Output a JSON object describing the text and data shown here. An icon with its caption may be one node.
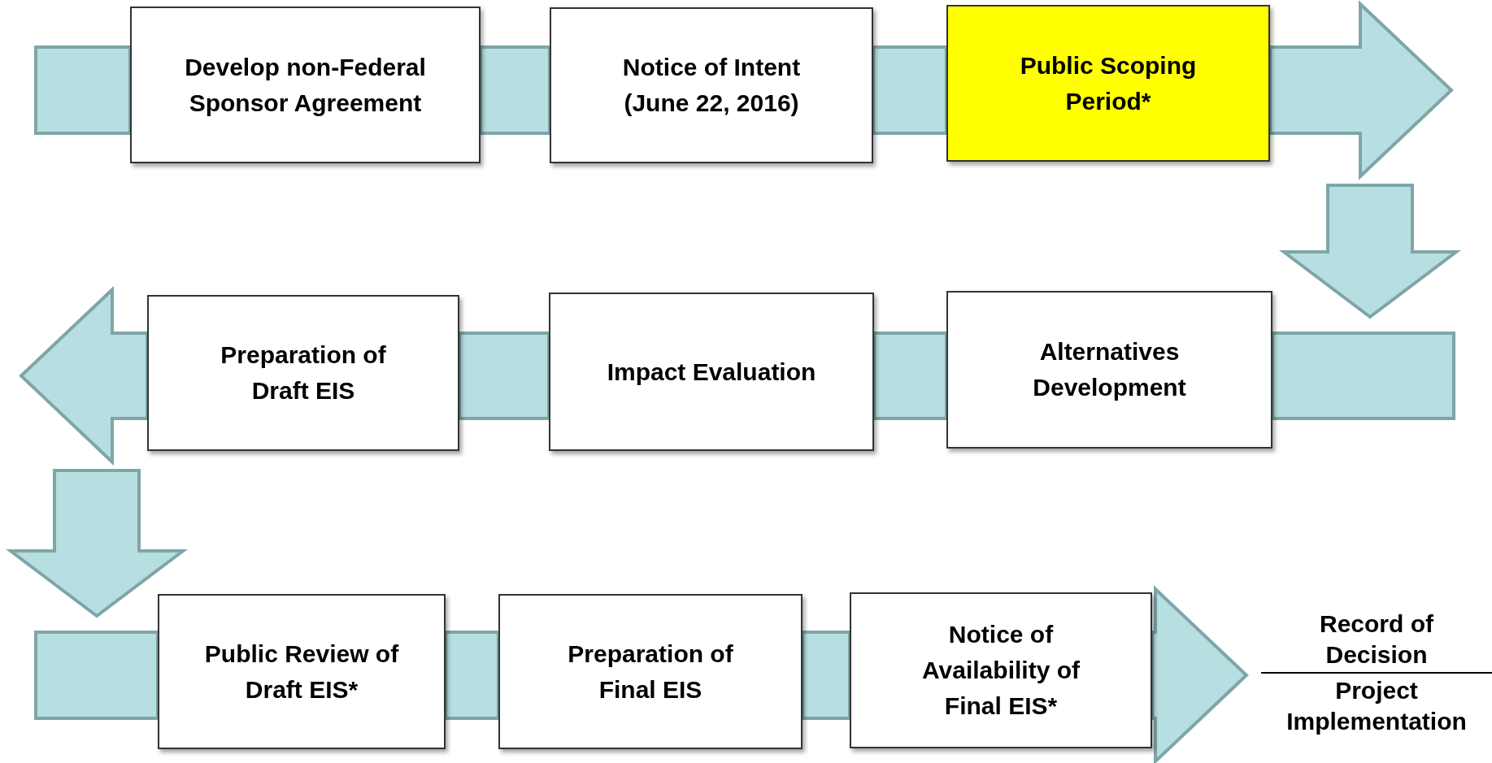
{
  "diagram": {
    "nodes": [
      {
        "text": [
          "Develop non-Federal Sponsor Agreement"
        ]
      },
      {
        "text": [
          "Notice of Intent (June 22, 2016)"
        ]
      },
      {
        "text": [
          "Public Scoping Period*"
        ]
      },
      {
        "text": [
          "Preparation of Draft EIS"
        ]
      },
      {
        "text": [
          "Impact Evaluation"
        ]
      },
      {
        "text": [
          "Alternatives Development"
        ]
      },
      {
        "text": [
          "Public Review of Draft EIS*"
        ]
      },
      {
        "text": [
          "Preparation of Final EIS"
        ]
      },
      {
        "text": [
          "Notice of Availability of Final EIS*"
        ]
      },
      {
        "text": [
          "Record of Decision",
          "Project Implementation"
        ]
      }
    ],
    "edges": [
      {
        "from": null,
        "to": 0,
        "arrow": "none"
      },
      {
        "from": 0,
        "to": 1,
        "arrow": "none"
      },
      {
        "from": 1,
        "to": 2,
        "arrow": "none"
      },
      {
        "from": 2,
        "to": null,
        "arrow": "to"
      },
      {
        "from": null,
        "to": 5,
        "arrow": "none"
      },
      {
        "from": 5,
        "to": 4,
        "arrow": "none"
      },
      {
        "from": 4,
        "to": 3,
        "arrow": "none"
      },
      {
        "from": 3,
        "to": null,
        "arrow": "to"
      },
      {
        "from": null,
        "to": 6,
        "arrow": "none"
      },
      {
        "from": 6,
        "to": 7,
        "arrow": "none"
      },
      {
        "from": 7,
        "to": 8,
        "arrow": "none"
      },
      {
        "from": 8,
        "to": 9,
        "arrow": "to"
      }
    ]
  }
}
